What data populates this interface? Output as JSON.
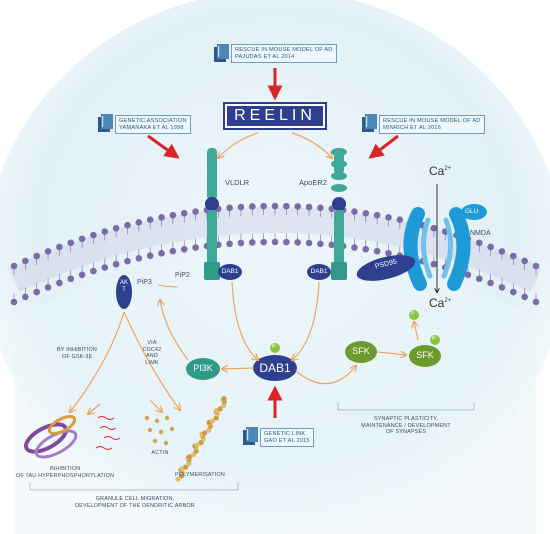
{
  "sources": {
    "top": {
      "line1": "RESCUE IN MOUSE MODEL OF AD",
      "line2": "PAJUDAS ET AL 2014"
    },
    "left": {
      "line1": "GENETIC ASSOCIATION",
      "line2": "YAMANAKA ET AL 1998"
    },
    "right": {
      "line1": "RESCUE IN MOUSE MODEL OF AD",
      "line2": "MINRICH ET AL 2016"
    },
    "bottom": {
      "line1": "GENETIC LINK",
      "line2": "GAO ET AL 2015"
    }
  },
  "reelin": "REELIN",
  "receptors": {
    "vldlr": "VLDLR",
    "apoer2": "ApoER2"
  },
  "calcium": {
    "top": "Ca",
    "bottom": "Ca",
    "sup": "2+"
  },
  "nmda": {
    "glu": "GLU",
    "label": "NMDA"
  },
  "proteins": {
    "dab1_left": "DAB1",
    "dab1_right": "DAB1",
    "dab1_center": "DAB1",
    "psd95": "PSD95",
    "akt": "AKT",
    "pip3": "PiP3",
    "pip2": "PiP2",
    "pi3k": "PI3K",
    "sfk_left": "SFK",
    "sfk_right": "SFK",
    "p": "P"
  },
  "notes": {
    "gsk_1": "BY INHIBITION",
    "gsk_2": "OF GSK-3β",
    "cdc_1": "VIA",
    "cdc_2": "CDC42",
    "cdc_3": "AND",
    "cdc_4": "LIMK",
    "actin": "ACTIN",
    "tau_1": "INHIBITION",
    "tau_2": "OF TAU HYPERPHOSPHORYLATION",
    "poly": "POLYMERISATION",
    "gran_1": "GRANULE CELL MIGRATION,",
    "gran_2": "DEVELOPMENT OF THE DENDRITIC ARBOR",
    "syn_1": "SYNAPTIC PLASTICITY,",
    "syn_2": "MAINTENANCE / DEVELOPMENT",
    "syn_3": "OF SYNAPSES"
  },
  "colors": {
    "background": "#e4f1f7",
    "membrane_head": "#7d6aa8",
    "receptor": "#3fa897",
    "dab1": "#2e3f8f",
    "pi3k": "#2f9a88",
    "sfk": "#6c9a2c",
    "nmda": "#1e9ad6",
    "arrow_orange": "#f1a35a",
    "arrow_red": "#d9252a",
    "phosphate": "#8cc63f"
  }
}
